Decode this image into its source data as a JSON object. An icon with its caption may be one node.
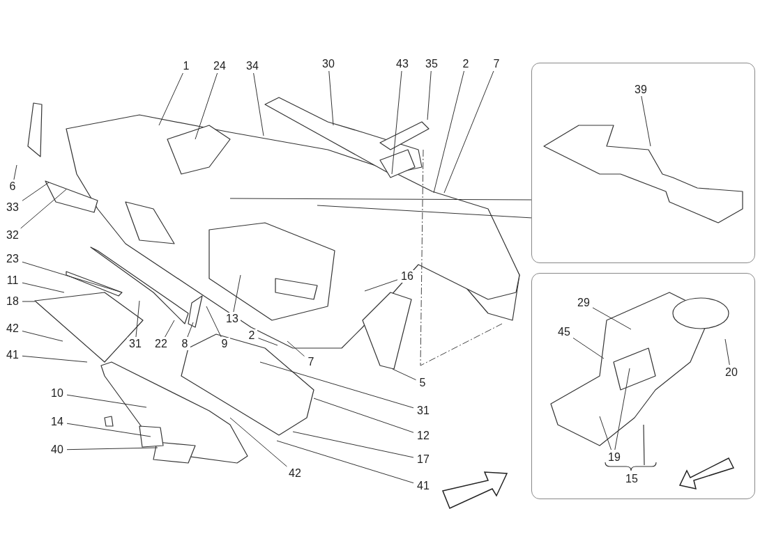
{
  "diagram": {
    "nodes": [
      {
        "text": [],
        "shape": "box"
      },
      {
        "text": [
          "39"
        ],
        "in": 0
      },
      {
        "text": [],
        "shape": "box"
      },
      {
        "text": [
          "29"
        ],
        "in": 2
      },
      {
        "text": [
          "45"
        ],
        "in": 2
      },
      {
        "text": [
          "20"
        ],
        "in": 2
      },
      {
        "text": [
          "19"
        ],
        "in": 2
      },
      {
        "text": [
          "15"
        ],
        "in": 2
      },
      {
        "text": [
          "1"
        ]
      },
      {
        "text": [
          "24"
        ]
      },
      {
        "text": [
          "34"
        ]
      },
      {
        "text": [
          "30"
        ]
      },
      {
        "text": [
          "43"
        ]
      },
      {
        "text": [
          "35"
        ]
      },
      {
        "text": [
          "2"
        ]
      },
      {
        "text": [
          "7"
        ]
      },
      {
        "text": [
          "6"
        ]
      },
      {
        "text": [
          "33"
        ]
      },
      {
        "text": [
          "32"
        ]
      },
      {
        "text": [
          "23"
        ]
      },
      {
        "text": [
          "11"
        ]
      },
      {
        "text": [
          "18"
        ]
      },
      {
        "text": [
          "42"
        ]
      },
      {
        "text": [
          "41"
        ]
      },
      {
        "text": [
          "31"
        ]
      },
      {
        "text": [
          "22"
        ]
      },
      {
        "text": [
          "8"
        ]
      },
      {
        "text": [
          "9"
        ]
      },
      {
        "text": [
          "13"
        ]
      },
      {
        "text": [
          "2"
        ]
      },
      {
        "text": [
          "7"
        ]
      },
      {
        "text": [
          "16"
        ]
      },
      {
        "text": [
          "5"
        ]
      },
      {
        "text": [
          "31"
        ]
      },
      {
        "text": [
          "12"
        ]
      },
      {
        "text": [
          "17"
        ]
      },
      {
        "text": [
          "41"
        ]
      },
      {
        "text": [
          "42"
        ]
      },
      {
        "text": [
          "10"
        ]
      },
      {
        "text": [
          "14"
        ]
      },
      {
        "text": [
          "40"
        ]
      }
    ],
    "edges": [
      {
        "from": 0,
        "to": null,
        "arrow": "none"
      },
      {
        "from": 0,
        "to": null,
        "arrow": "none"
      },
      {
        "from": 1,
        "to": null,
        "arrow": "none"
      },
      {
        "from": 3,
        "to": null,
        "arrow": "none"
      },
      {
        "from": 4,
        "to": null,
        "arrow": "none"
      },
      {
        "from": 5,
        "to": null,
        "arrow": "none"
      },
      {
        "from": 6,
        "to": null,
        "arrow": "none"
      },
      {
        "from": 6,
        "to": null,
        "arrow": "none"
      },
      {
        "from": 8,
        "to": null,
        "arrow": "none"
      },
      {
        "from": 9,
        "to": null,
        "arrow": "none"
      },
      {
        "from": 10,
        "to": null,
        "arrow": "none"
      },
      {
        "from": 11,
        "to": null,
        "arrow": "none"
      },
      {
        "from": 12,
        "to": null,
        "arrow": "none"
      },
      {
        "from": 13,
        "to": null,
        "arrow": "none"
      },
      {
        "from": 14,
        "to": null,
        "arrow": "none"
      },
      {
        "from": 15,
        "to": null,
        "arrow": "none"
      },
      {
        "from": 16,
        "to": null,
        "arrow": "none"
      },
      {
        "from": 17,
        "to": null,
        "arrow": "none"
      },
      {
        "from": 18,
        "to": null,
        "arrow": "none"
      },
      {
        "from": 19,
        "to": null,
        "arrow": "none"
      },
      {
        "from": 20,
        "to": null,
        "arrow": "none"
      },
      {
        "from": 21,
        "to": null,
        "arrow": "none"
      },
      {
        "from": 22,
        "to": null,
        "arrow": "none"
      },
      {
        "from": 23,
        "to": null,
        "arrow": "none"
      },
      {
        "from": 24,
        "to": null,
        "arrow": "none"
      },
      {
        "from": 25,
        "to": null,
        "arrow": "none"
      },
      {
        "from": 26,
        "to": null,
        "arrow": "none"
      },
      {
        "from": 27,
        "to": null,
        "arrow": "none"
      },
      {
        "from": 28,
        "to": null,
        "arrow": "none"
      },
      {
        "from": 29,
        "to": null,
        "arrow": "none"
      },
      {
        "from": 30,
        "to": null,
        "arrow": "none"
      },
      {
        "from": 31,
        "to": null,
        "arrow": "none"
      },
      {
        "from": 32,
        "to": null,
        "arrow": "none"
      },
      {
        "from": 33,
        "to": null,
        "arrow": "none"
      },
      {
        "from": 34,
        "to": null,
        "arrow": "none"
      },
      {
        "from": 35,
        "to": null,
        "arrow": "none"
      },
      {
        "from": 36,
        "to": null,
        "arrow": "none"
      },
      {
        "from": 37,
        "to": null,
        "arrow": "none"
      },
      {
        "from": 38,
        "to": null,
        "arrow": "none"
      },
      {
        "from": 39,
        "to": null,
        "arrow": "none"
      },
      {
        "from": 40,
        "to": null,
        "arrow": "none"
      }
    ]
  }
}
